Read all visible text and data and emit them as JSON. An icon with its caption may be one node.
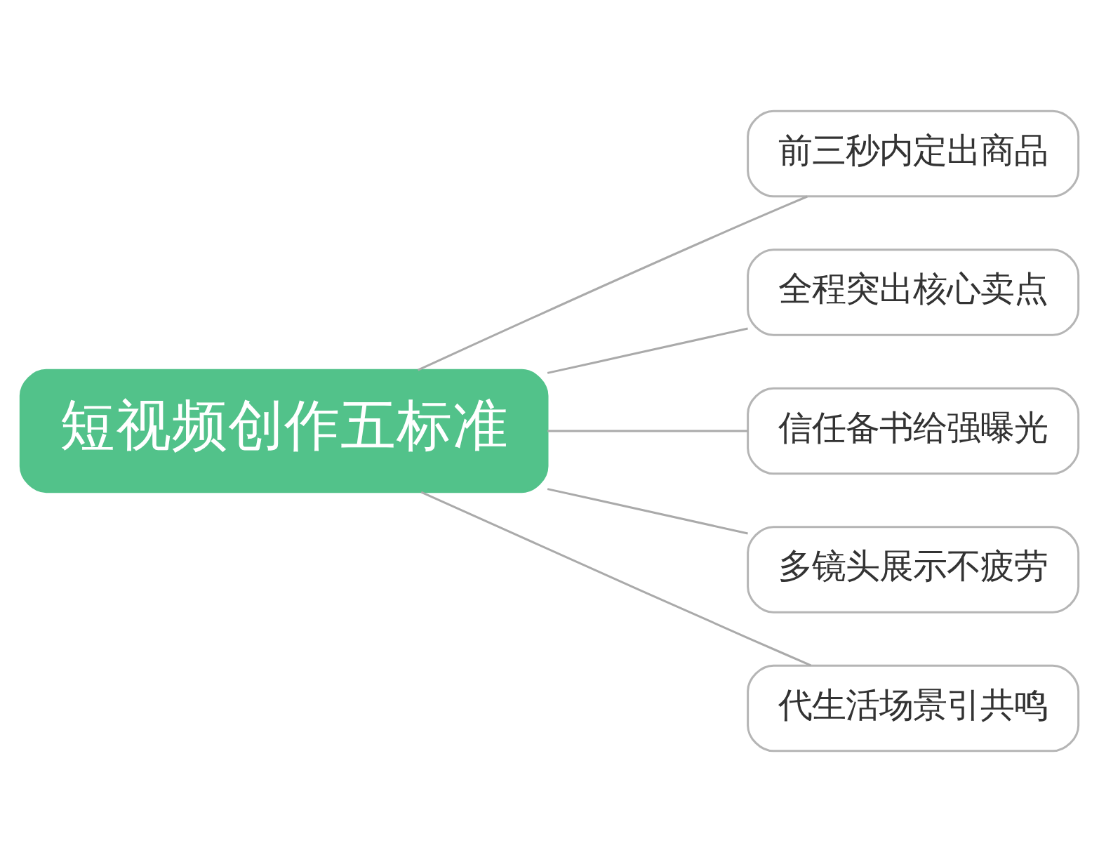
{
  "diagram": {
    "nodes": [
      {
        "text": [
          "短视频创作五标准"
        ]
      },
      {
        "text": [
          "前三秒内定出商品"
        ]
      },
      {
        "text": [
          "全程突出核心卖点"
        ]
      },
      {
        "text": [
          "信任备书给强曝光"
        ]
      },
      {
        "text": [
          "多镜头展示不疲劳"
        ]
      },
      {
        "text": [
          "代生活场景引共鸣"
        ]
      }
    ],
    "edges": [
      {
        "from": 0,
        "to": 1,
        "arrow": "none"
      },
      {
        "from": 0,
        "to": 2,
        "arrow": "none"
      },
      {
        "from": 0,
        "to": 3,
        "arrow": "none"
      },
      {
        "from": 0,
        "to": 4,
        "arrow": "none"
      },
      {
        "from": 0,
        "to": 5,
        "arrow": "none"
      }
    ]
  }
}
